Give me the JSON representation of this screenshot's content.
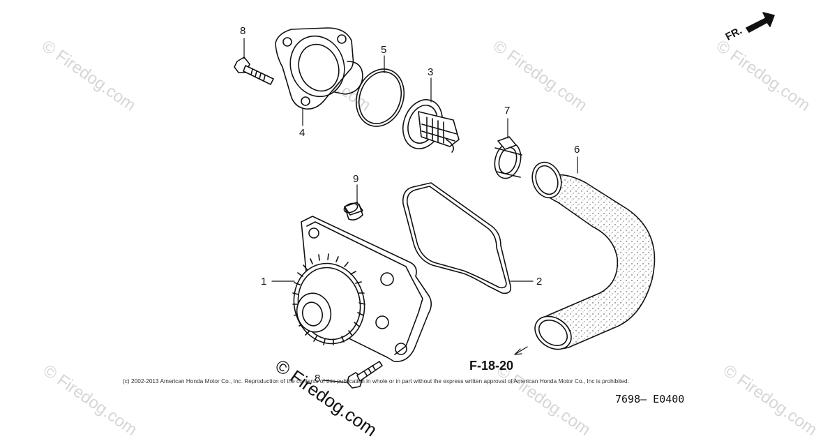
{
  "watermark": {
    "text": "© Firedog.com"
  },
  "front_marker": {
    "label": "FR."
  },
  "reference": {
    "label": "F-18-20"
  },
  "copyright": "(c) 2002-2013 American Honda Motor Co., Inc. Reproduction of the contents of this publication in whole or in part without the express written approval of American Honda Motor Co., Inc is prohibited.",
  "diagram_code": "7698— E0400",
  "callouts": {
    "c1": "1",
    "c2": "2",
    "c3": "3",
    "c4": "4",
    "c5": "5",
    "c6": "6",
    "c7": "7",
    "c8_top": "8",
    "c8_bottom": "8",
    "c9": "9"
  },
  "parts": {
    "p1": "water-pump",
    "p2": "pump-gasket",
    "p3": "thermostat",
    "p4": "thermostat-cover",
    "p5": "o-ring",
    "p6": "water-hose",
    "p7": "hose-clamp",
    "p8": "flange-bolt",
    "p9": "dowel-pin"
  },
  "colors": {
    "line": "#111111",
    "watermark": "#d6d6d6"
  }
}
